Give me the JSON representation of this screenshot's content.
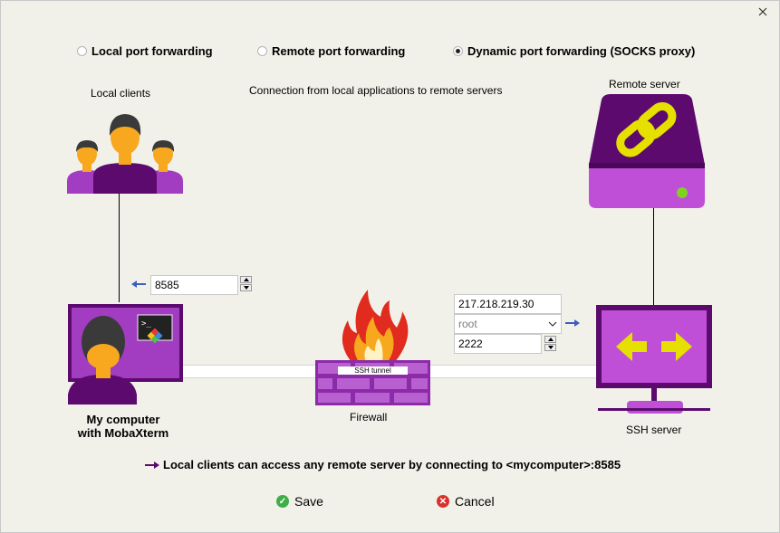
{
  "mode_options": [
    {
      "label": "Local port forwarding",
      "selected": false
    },
    {
      "label": "Remote port forwarding",
      "selected": false
    },
    {
      "label": "Dynamic port forwarding (SOCKS proxy)",
      "selected": true
    }
  ],
  "diagram": {
    "local_clients_label": "Local clients",
    "description": "Connection from local applications to remote servers",
    "remote_server_label": "Remote server",
    "my_computer_line1": "My computer",
    "my_computer_line2": "with MobaXterm",
    "firewall_label": "Firewall",
    "ssh_server_label": "SSH server",
    "tunnel_label": "SSH tunnel"
  },
  "fields": {
    "forwarded_port": "8585",
    "ssh_server_host": "217.218.219.30",
    "ssh_login": "root",
    "ssh_port": "2222"
  },
  "summary": "Local clients can access any remote server by connecting to <mycomputer>:8585",
  "buttons": {
    "save_label": "Save",
    "cancel_label": "Cancel"
  },
  "colors": {
    "background": "#f2f1e9",
    "purple": "#a23dc2",
    "dark_purple": "#5c0a6e",
    "arrow_blue": "#3b5fbf",
    "save_green": "#3fae49",
    "cancel_red": "#d8322e"
  },
  "icons": {
    "close": "close-icon",
    "clients": "local-clients-icon",
    "server": "remote-server-icon",
    "computer": "my-computer-icon",
    "firewall": "firewall-icon",
    "ssh_server": "ssh-server-icon"
  }
}
